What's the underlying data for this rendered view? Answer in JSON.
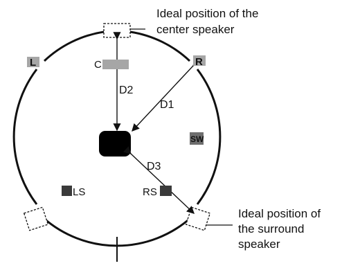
{
  "speakers": {
    "front_left": "L",
    "front_right": "R",
    "center": "C",
    "subwoofer": "SW",
    "left_surround": "LS",
    "right_surround": "RS"
  },
  "distances": {
    "center": "D2",
    "front": "D1",
    "surround": "D3"
  },
  "callouts": {
    "center_ideal": [
      "Ideal position of the",
      "center speaker"
    ],
    "surround_ideal": [
      "Ideal position of",
      "the surround",
      "speaker"
    ]
  },
  "colors": {
    "line": "#111111",
    "speaker_gray": "#a6a6a6",
    "speaker_dark": "#3a3a3a",
    "listener": "#000000"
  }
}
